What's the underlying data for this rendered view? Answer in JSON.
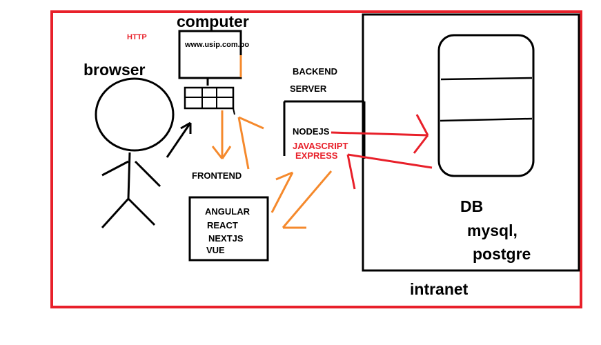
{
  "colors": {
    "outline_red": "#e8202a",
    "arrow_orange": "#f5892c",
    "ink": "#000000",
    "background": "#ffffff"
  },
  "labels": {
    "http": "HTTP",
    "computer": "computer",
    "url": "www.usip.com.bo",
    "browser": "browser",
    "backend": "BACKEND",
    "server": "SERVER",
    "nodejs": "NODEJS",
    "javascript": "JAVASCRIPT",
    "express": "EXPRESS",
    "frontend": "FRONTEND",
    "frameworks": [
      "ANGULAR",
      "REACT",
      "NEXTJS",
      "VUE"
    ],
    "db": "DB",
    "db_engines": [
      "mysql,",
      "postgre"
    ],
    "intranet": "intranet"
  },
  "icons": [
    "computer-monitor-icon",
    "keyboard-icon",
    "stick-figure-icon",
    "database-cylinder-icon"
  ]
}
